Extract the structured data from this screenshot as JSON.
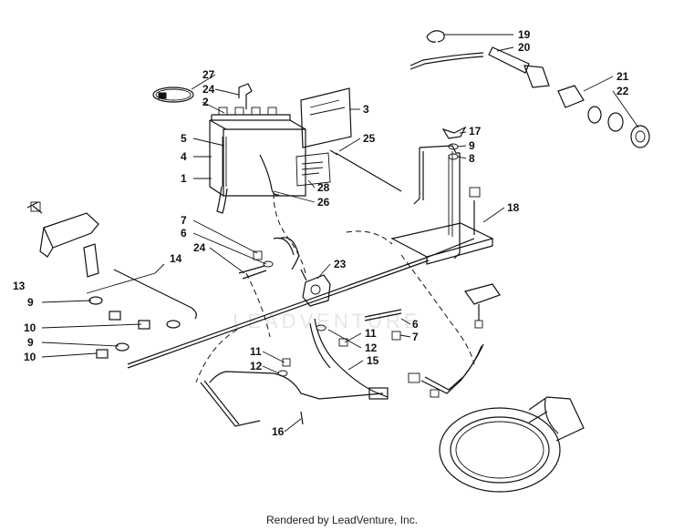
{
  "watermark": "LEADVENTURE",
  "footer": "Rendered by LeadVenture, Inc.",
  "callouts": [
    "1",
    "2",
    "3",
    "4",
    "5",
    "6",
    "7",
    "8",
    "9",
    "10",
    "11",
    "12",
    "13",
    "14",
    "15",
    "16",
    "17",
    "18",
    "19",
    "20",
    "21",
    "22",
    "23",
    "24",
    "25",
    "26",
    "27",
    "28"
  ]
}
